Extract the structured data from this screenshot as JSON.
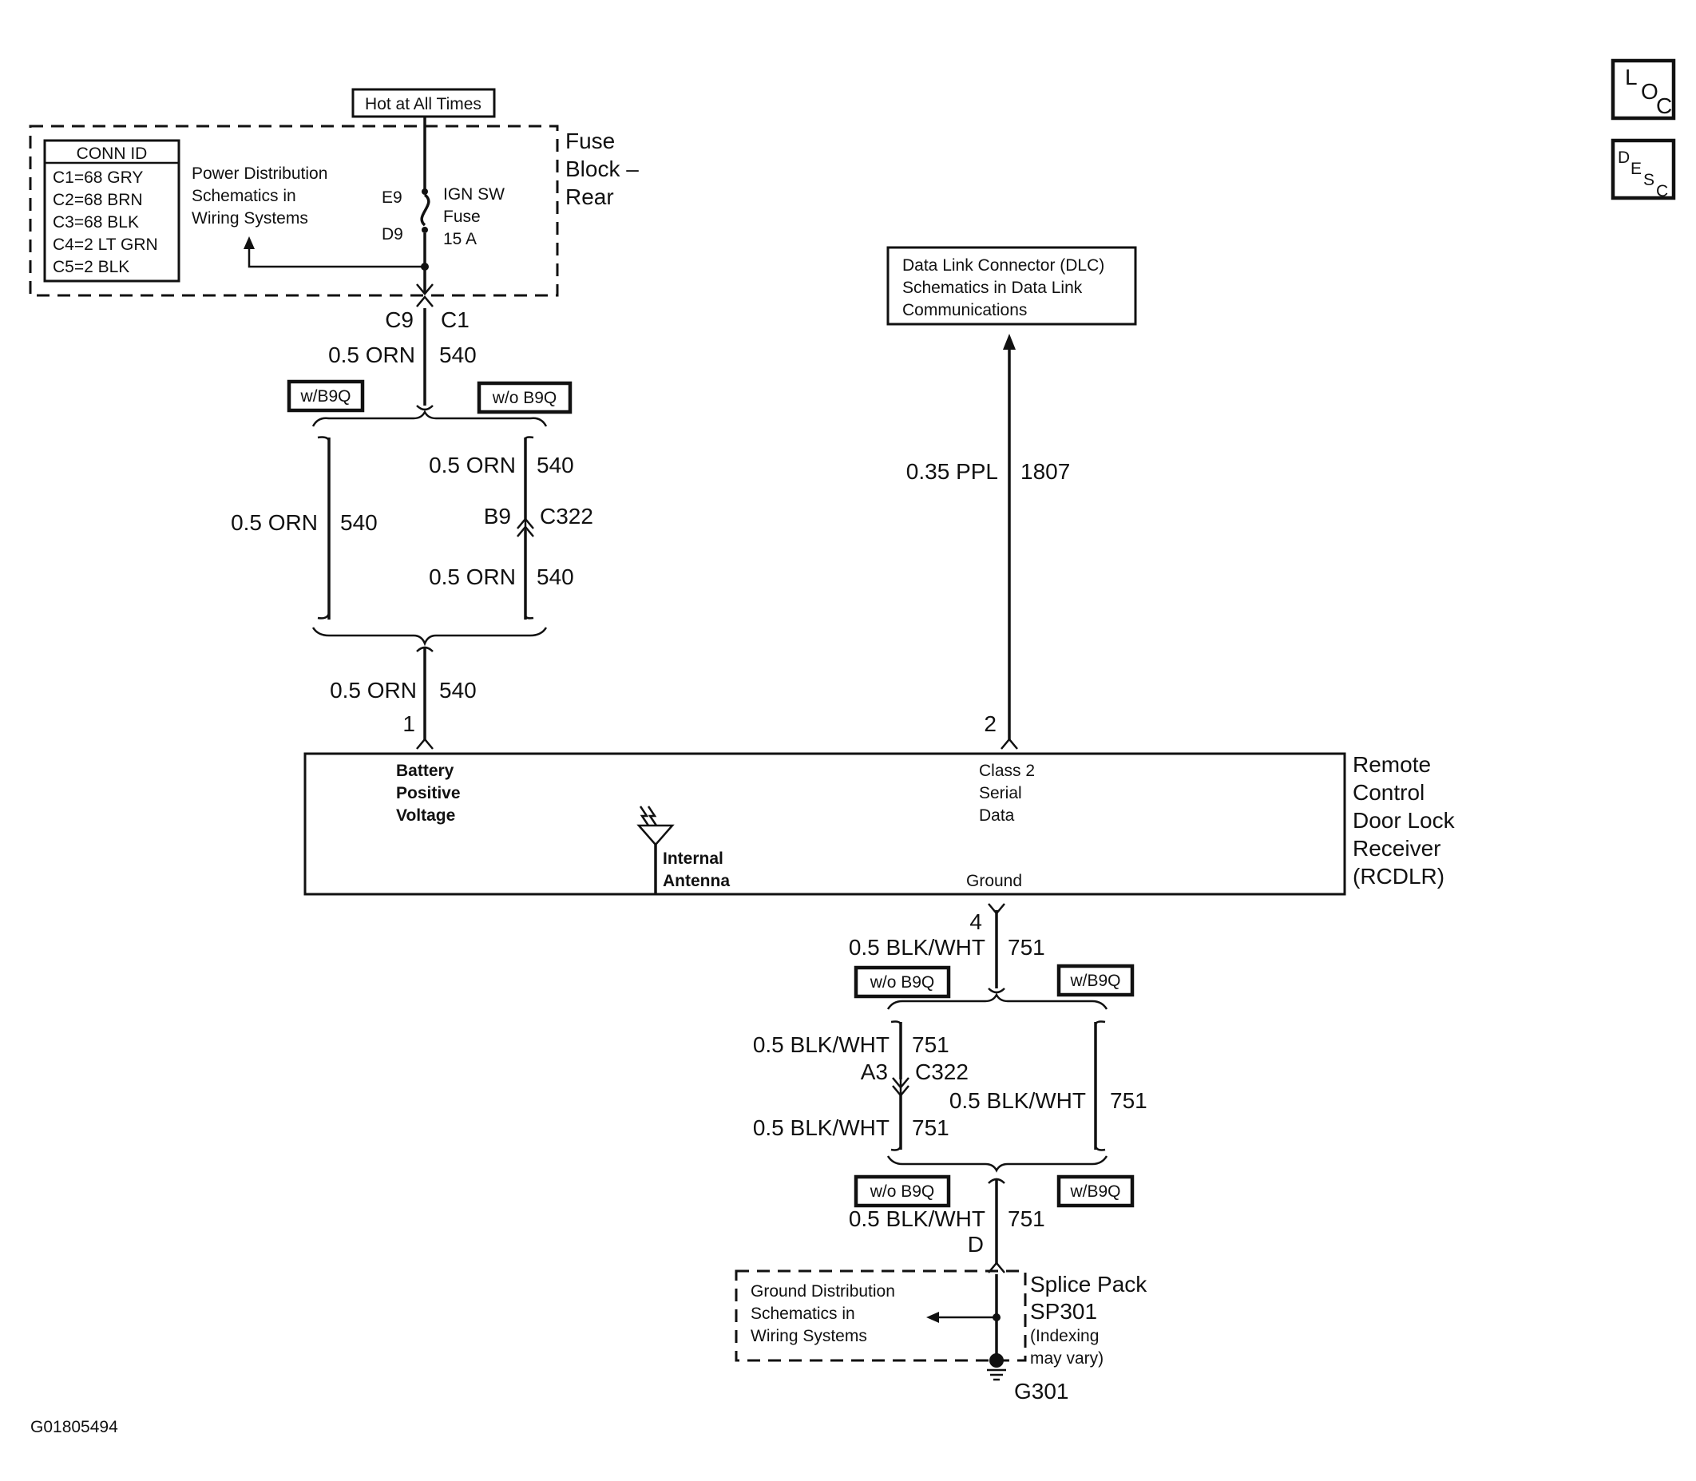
{
  "figure_id": "G01805494",
  "nav_icons": {
    "loc": {
      "l": "L",
      "o": "O",
      "c": "C"
    },
    "desc": {
      "d": "D",
      "e": "E",
      "s": "S",
      "c": "C"
    }
  },
  "hot_label": "Hot at All Times",
  "conn_id": {
    "title": "CONN ID",
    "rows": [
      "C1=68 GRY",
      "C2=68 BRN",
      "C3=68 BLK",
      "C4=2 LT GRN",
      "C5=2 BLK"
    ]
  },
  "fuse_block": {
    "name_lines": [
      "Fuse",
      "Block –",
      "Rear"
    ],
    "power_ref_lines": [
      "Power Distribution",
      "Schematics in",
      "Wiring Systems"
    ],
    "pin_top": "E9",
    "pin_bottom": "D9",
    "fuse_lines": [
      "IGN SW",
      "Fuse",
      "15 A"
    ],
    "connector_left": "C9",
    "connector_right": "C1"
  },
  "wire_top": {
    "spec": "0.5 ORN",
    "circuit": "540"
  },
  "option_tags": {
    "with": "w/B9Q",
    "without": "w/o B9Q"
  },
  "branch_orn": {
    "left_spec": "0.5 ORN",
    "left_circuit": "540",
    "right_upper_spec": "0.5 ORN",
    "right_upper_circuit": "540",
    "pin": "B9",
    "connector": "C322",
    "right_lower_spec": "0.5 ORN",
    "right_lower_circuit": "540"
  },
  "wire_to_rcdlr": {
    "spec": "0.5 ORN",
    "circuit": "540",
    "pin": "1"
  },
  "dlc": {
    "lines": [
      "Data Link Connector (DLC)",
      "Schematics in Data Link",
      "Communications"
    ],
    "wire_spec": "0.35 PPL",
    "wire_circuit": "1807",
    "pin": "2"
  },
  "rcdlr": {
    "name_lines": [
      "Remote",
      "Control",
      "Door Lock",
      "Receiver",
      "(RCDLR)"
    ],
    "battery_lines": [
      "Battery",
      "Positive",
      "Voltage"
    ],
    "class2_lines": [
      "Class 2",
      "Serial",
      "Data"
    ],
    "antenna_lines": [
      "Internal",
      "Antenna"
    ],
    "ground_label": "Ground"
  },
  "ground_wire": {
    "pin": "4",
    "spec": "0.5 BLK/WHT",
    "circuit": "751",
    "left_upper_spec": "0.5 BLK/WHT",
    "left_upper_circuit": "751",
    "pin_a": "A3",
    "connector": "C322",
    "left_lower_spec": "0.5 BLK/WHT",
    "left_lower_circuit": "751",
    "right_spec": "0.5 BLK/WHT",
    "right_circuit": "751",
    "final_spec": "0.5 BLK/WHT",
    "final_circuit": "751",
    "final_pin": "D"
  },
  "splice": {
    "ref_lines": [
      "Ground Distribution",
      "Schematics in",
      "Wiring Systems"
    ],
    "name_lines": [
      "Splice Pack",
      "SP301"
    ],
    "note_lines": [
      "(Indexing",
      "may vary)"
    ],
    "ground_id": "G301"
  }
}
